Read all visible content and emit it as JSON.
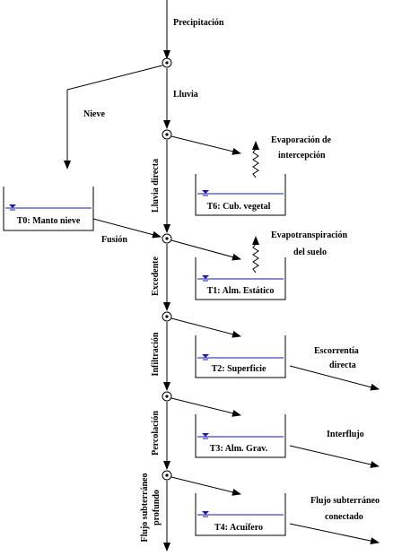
{
  "colors": {
    "line": "#000000",
    "water": "#1a1aa8"
  },
  "flows": {
    "precipitacion": "Precipitación",
    "lluvia": "Lluvia",
    "nieve": "Nieve",
    "lluvia_directa": "Lluvia directa",
    "fusion": "Fusión",
    "excedente": "Excedente",
    "infiltracion": "Infiltración",
    "percolacion": "Percolación",
    "flujo_subterraneo_profundo_1": "Flujo subterráneo",
    "flujo_subterraneo_profundo_2": "profundo",
    "evap_intercepcion_1": "Evaporación de",
    "evap_intercepcion_2": "intercepción",
    "evapotranspiracion_1": "Evapotranspiración",
    "evapotranspiracion_2": "del suelo",
    "escorrentia_1": "Escorrentía",
    "escorrentia_2": "directa",
    "interflujo": "Interflujo",
    "flujo_conectado_1": "Flujo subterráneo",
    "flujo_conectado_2": "conectado"
  },
  "tanks": {
    "t0": "T0: Manto nieve",
    "t6": "T6: Cub. vegetal",
    "t1": "T1: Alm. Estático",
    "t2": "T2: Superficie",
    "t3": "T3: Alm. Grav.",
    "t4": "T4: Acuífero"
  }
}
